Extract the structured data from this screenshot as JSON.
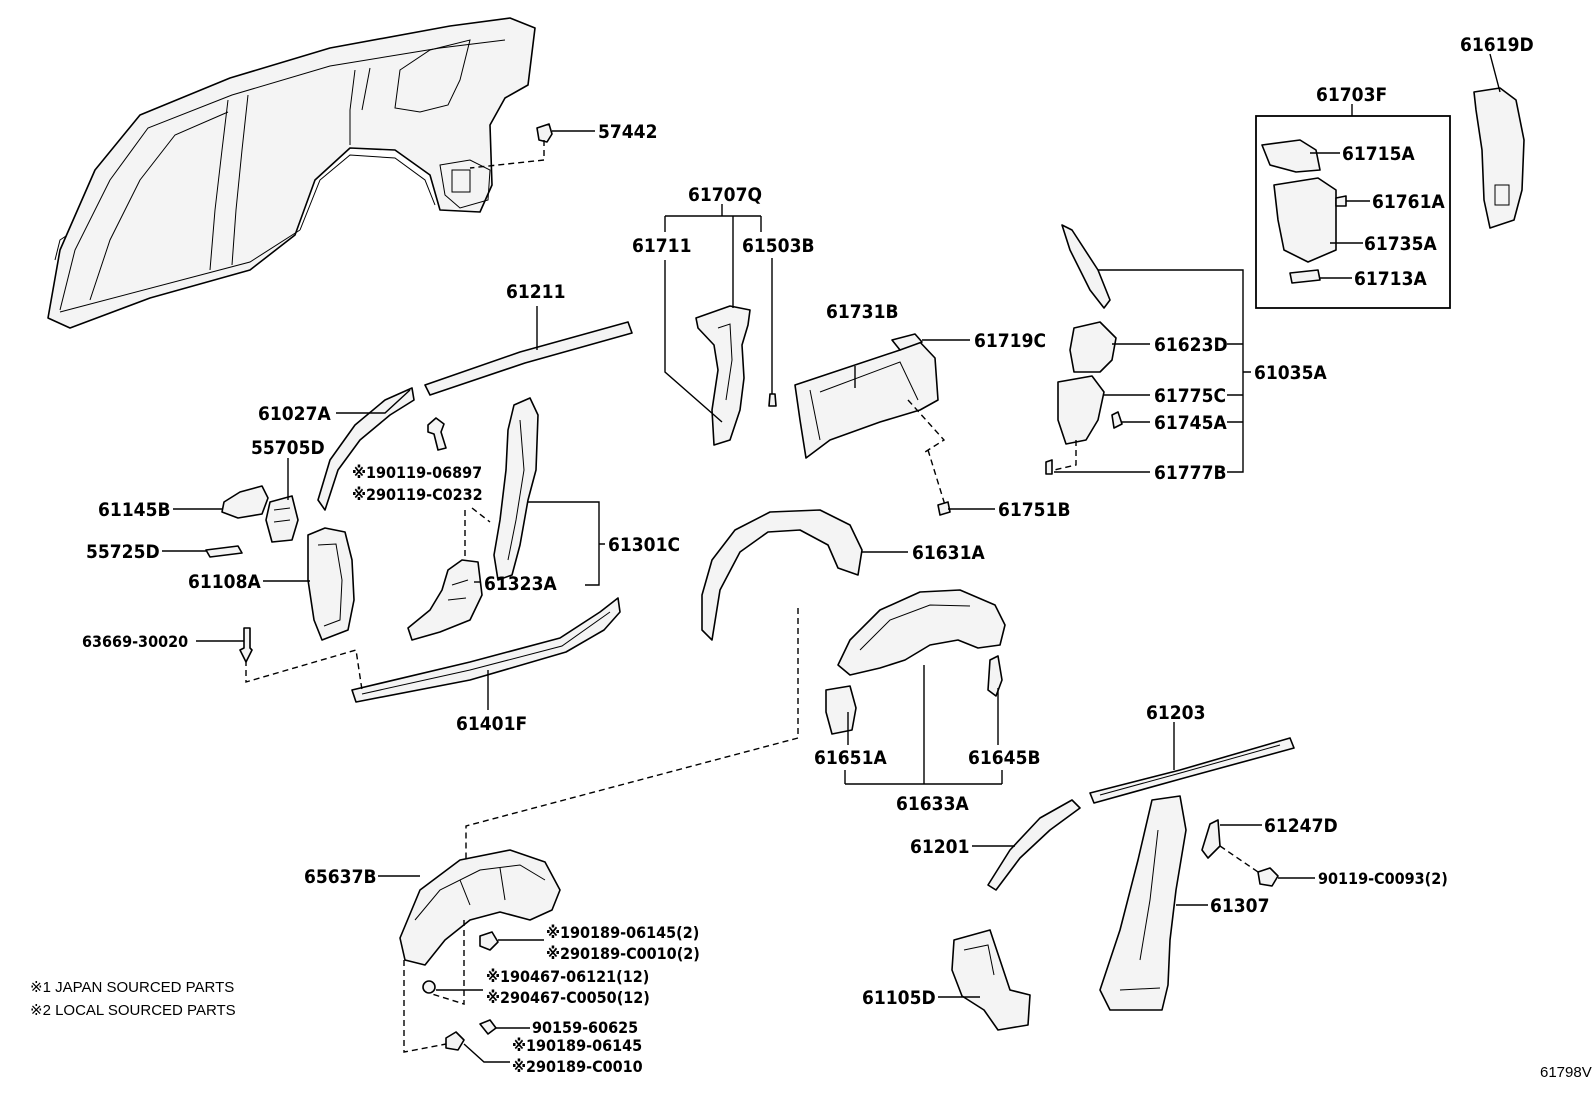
{
  "labels": {
    "l57442": "57442",
    "l61707q": "61707Q",
    "l61711": "61711",
    "l61503b": "61503B",
    "l61211": "61211",
    "l61027a": "61027A",
    "l55705d": "55705D",
    "l61145b": "61145B",
    "l55725d": "55725D",
    "l61108a": "61108A",
    "l63669": "63669-30020",
    "l61401f": "61401F",
    "l61301c": "61301C",
    "l61323a": "61323A",
    "l90119_06897": "※190119-06897",
    "l90119_c0232": "※290119-C0232",
    "l61731b": "61731B",
    "l61719c": "61719C",
    "l61751b": "61751B",
    "l61631a": "61631A",
    "l61651a": "61651A",
    "l61645b": "61645B",
    "l61633a": "61633A",
    "l61623d": "61623D",
    "l61775c": "61775C",
    "l61745a": "61745A",
    "l61777b": "61777B",
    "l61035a": "61035A",
    "l61703f": "61703F",
    "l61715a": "61715A",
    "l61761a": "61761A",
    "l61735a": "61735A",
    "l61713a": "61713A",
    "l61619d": "61619D",
    "l61203": "61203",
    "l61201": "61201",
    "l61247d": "61247D",
    "l90119_c0093": "90119-C0093(2)",
    "l61307": "61307",
    "l61105d": "61105D",
    "l65637b": "65637B",
    "l90189_06145_2": "※190189-06145(2)",
    "l90189_c0010_2": "※290189-C0010(2)",
    "l90467_06121": "※190467-06121(12)",
    "l90467_c0050": "※290467-C0050(12)",
    "l90159": "90159-60625",
    "l90189_06145": "※190189-06145",
    "l90189_c0010": "※290189-C0010"
  },
  "legend": {
    "note1": "※1 JAPAN SOURCED PARTS",
    "note2": "※2 LOCAL SOURCED PARTS"
  },
  "drawing_number": "61798V"
}
